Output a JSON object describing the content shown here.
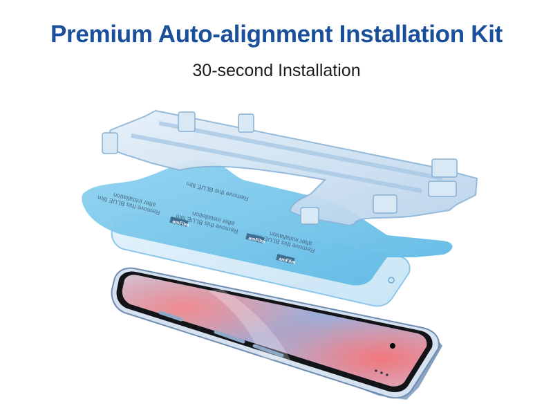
{
  "header": {
    "title": "Premium Auto-alignment Installation Kit",
    "subtitle": "30-second Installation"
  },
  "film": {
    "printed_text_line1": "Remove this BLUE film",
    "printed_text_line2": "after installation",
    "brand": "amFilm"
  },
  "colors": {
    "title": "#1a4f9c",
    "subtitle": "#1c1c1c",
    "frame": "#c9def0",
    "film": "#6ec3ea",
    "phone_body": "#5d7ea8"
  }
}
